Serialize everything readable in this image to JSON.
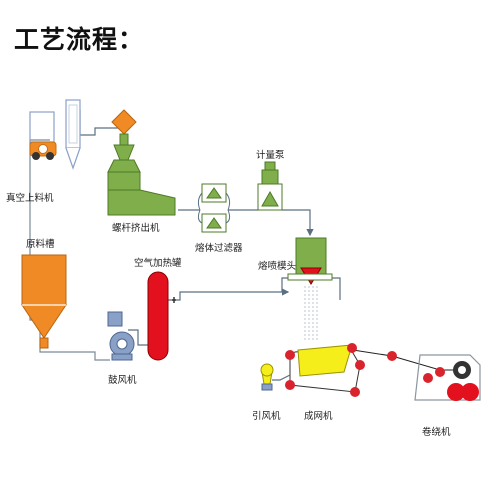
{
  "title": "工艺流程：",
  "labels": {
    "vacuum_loader": "真空上料机",
    "raw_tank": "原料槽",
    "extruder": "螺杆挤出机",
    "melt_filter": "熔体过滤器",
    "metering_pump": "计量泵",
    "air_heater": "空气加热罐",
    "spinneret": "熔喷模头",
    "blower": "鼓风机",
    "induced_fan": "引风机",
    "web_former": "成网机",
    "winder": "卷绕机"
  },
  "colors": {
    "green": "#7FAE4A",
    "orange": "#F08A24",
    "red": "#E3101E",
    "yellow": "#F5EE1A",
    "blue_gray": "#8AA1C7",
    "line": "#5A7082",
    "roller": "#D9232D"
  }
}
